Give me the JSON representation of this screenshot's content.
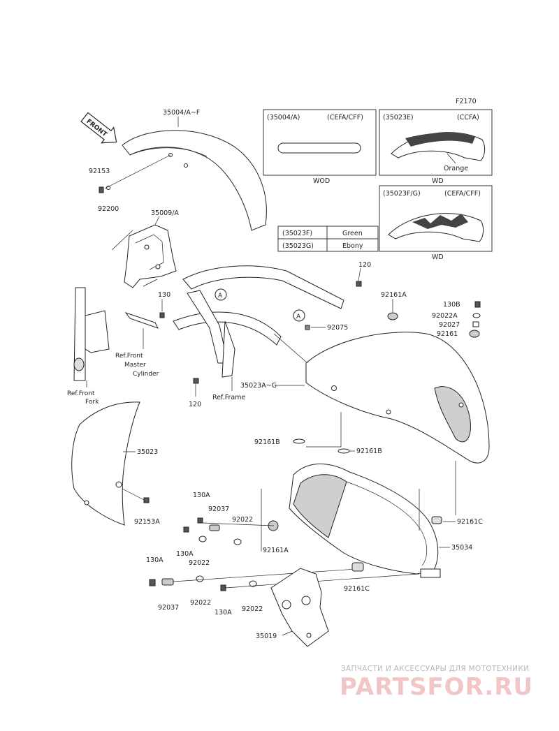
{
  "diagram_code": "F2170",
  "front_label": "FRONT",
  "parts": {
    "p35004": "35004/A~F",
    "p92153": "92153",
    "p92200": "92200",
    "p35009": "35009/A",
    "p130_a": "130",
    "ref_front_master_cylinder": [
      "Ref.Front",
      "Master",
      "Cylinder"
    ],
    "ref_front_fork": [
      "Ref.Front",
      "Fork"
    ],
    "p120_a": "120",
    "ref_frame": "Ref.Frame",
    "p120_b": "120",
    "p92075": "92075",
    "p35023ag": "35023A~G",
    "callout_a": "A",
    "p92161a_top": "92161A",
    "p130b": "130B",
    "p92022a": "92022A",
    "p92027": "92027",
    "p92161": "92161",
    "p35023": "35023",
    "p92153a": "92153A",
    "p92161b_left": "92161B",
    "p92161b_right": "92161B",
    "p130a_1": "130A",
    "p92037_1": "92037",
    "p92022_1": "92022",
    "p130a_2": "130A",
    "p92022_2": "92022",
    "p92161a_bottom": "92161A",
    "p92161c_right": "92161C",
    "p35034": "35034",
    "p130a_3": "130A",
    "p92037_2": "92037",
    "p92022_3": "92022",
    "p130a_4": "130A",
    "p92022_4": "92022",
    "p92161c_bottom": "92161C",
    "p35019": "35019"
  },
  "inset_a": {
    "code": "(35004/A)",
    "market": "(CEFA/CFF)",
    "caption": "WOD"
  },
  "inset_b": {
    "code": "(35023E)",
    "market": "(CCFA)",
    "note": "Orange",
    "caption": "WD"
  },
  "inset_c": {
    "code": "(35023F/G)",
    "market": "(CEFA/CFF)",
    "caption": "WD"
  },
  "color_table": [
    {
      "code": "(35023F)",
      "color": "Green"
    },
    {
      "code": "(35023G)",
      "color": "Ebony"
    }
  ],
  "watermark": {
    "top": "ЗАПЧАСТИ И АКСЕССУАРЫ ДЛЯ МОТОТЕХНИКИ",
    "logo": "PARTSFOR.RU"
  }
}
